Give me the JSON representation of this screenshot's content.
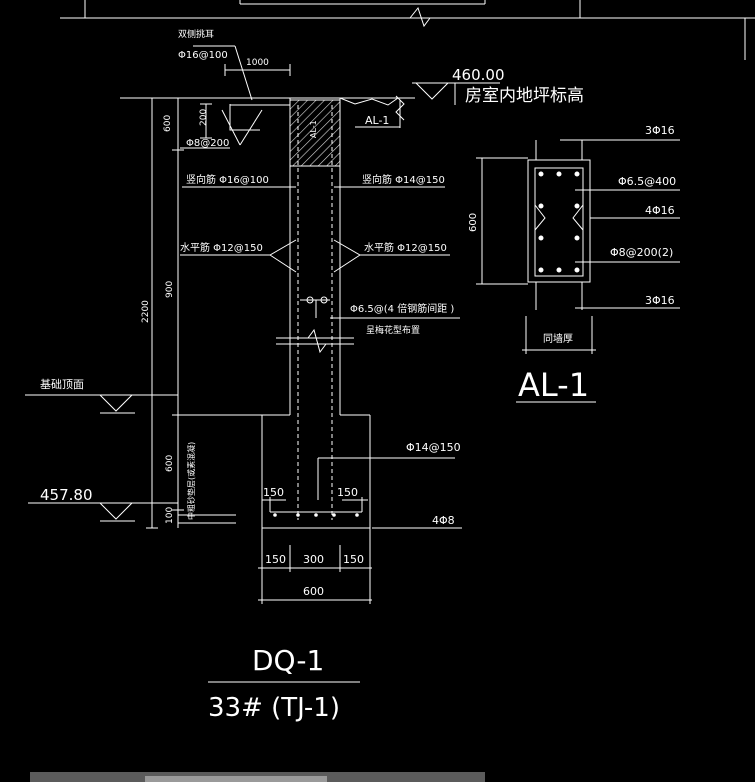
{
  "colors": {
    "background": "#000000",
    "line": "#ffffff",
    "hatch": "#d9d9d9"
  },
  "elevations": {
    "indoor_value": "460.00",
    "indoor_label": "房室内地坪标高",
    "foundation_top_label": "基础顶面",
    "bottom_value": "457.80"
  },
  "main_section": {
    "top_rebar": "双侧挑耳",
    "top_rebar_spec": "Φ16@100",
    "dim_1000": "1000",
    "dim_200": "200",
    "dim_600": "600",
    "tie_spec": "Φ8@200",
    "beam_tag": "AL-1",
    "beam_in_wall": "AL-1",
    "vertical_left": "竖向筋 Φ16@100",
    "vertical_right": "竖向筋 Φ14@150",
    "horizontal_left": "水平筋 Φ12@150",
    "horizontal_right": "水平筋 Φ12@150",
    "tie_note": "Φ6.5@(4 倍钢筋间距 )",
    "tie_note2": "呈梅花型布置",
    "dim_2200": "2200",
    "dim_900": "900",
    "dim_600b": "600",
    "dim_100": "100",
    "gravel_note": "中粗砂垫层(或素混凝)",
    "footing_spec": "Φ14@150",
    "dim_150a": "150",
    "dim_150b": "150",
    "bottom_bars": "4Φ8",
    "base_dims": [
      "150",
      "300",
      "150"
    ],
    "base_total": "600",
    "title_main": "DQ-1",
    "title_sub": "33# (TJ-1)"
  },
  "al1_section": {
    "bar_top": "3Φ16",
    "stirrup_a": "Φ6.5@400",
    "side_bars": "4Φ16",
    "stirrup_b": "Φ8@200(2)",
    "bar_bottom": "3Φ16",
    "height_dim": "600",
    "width_label": "同墙厚",
    "title": "AL-1"
  }
}
